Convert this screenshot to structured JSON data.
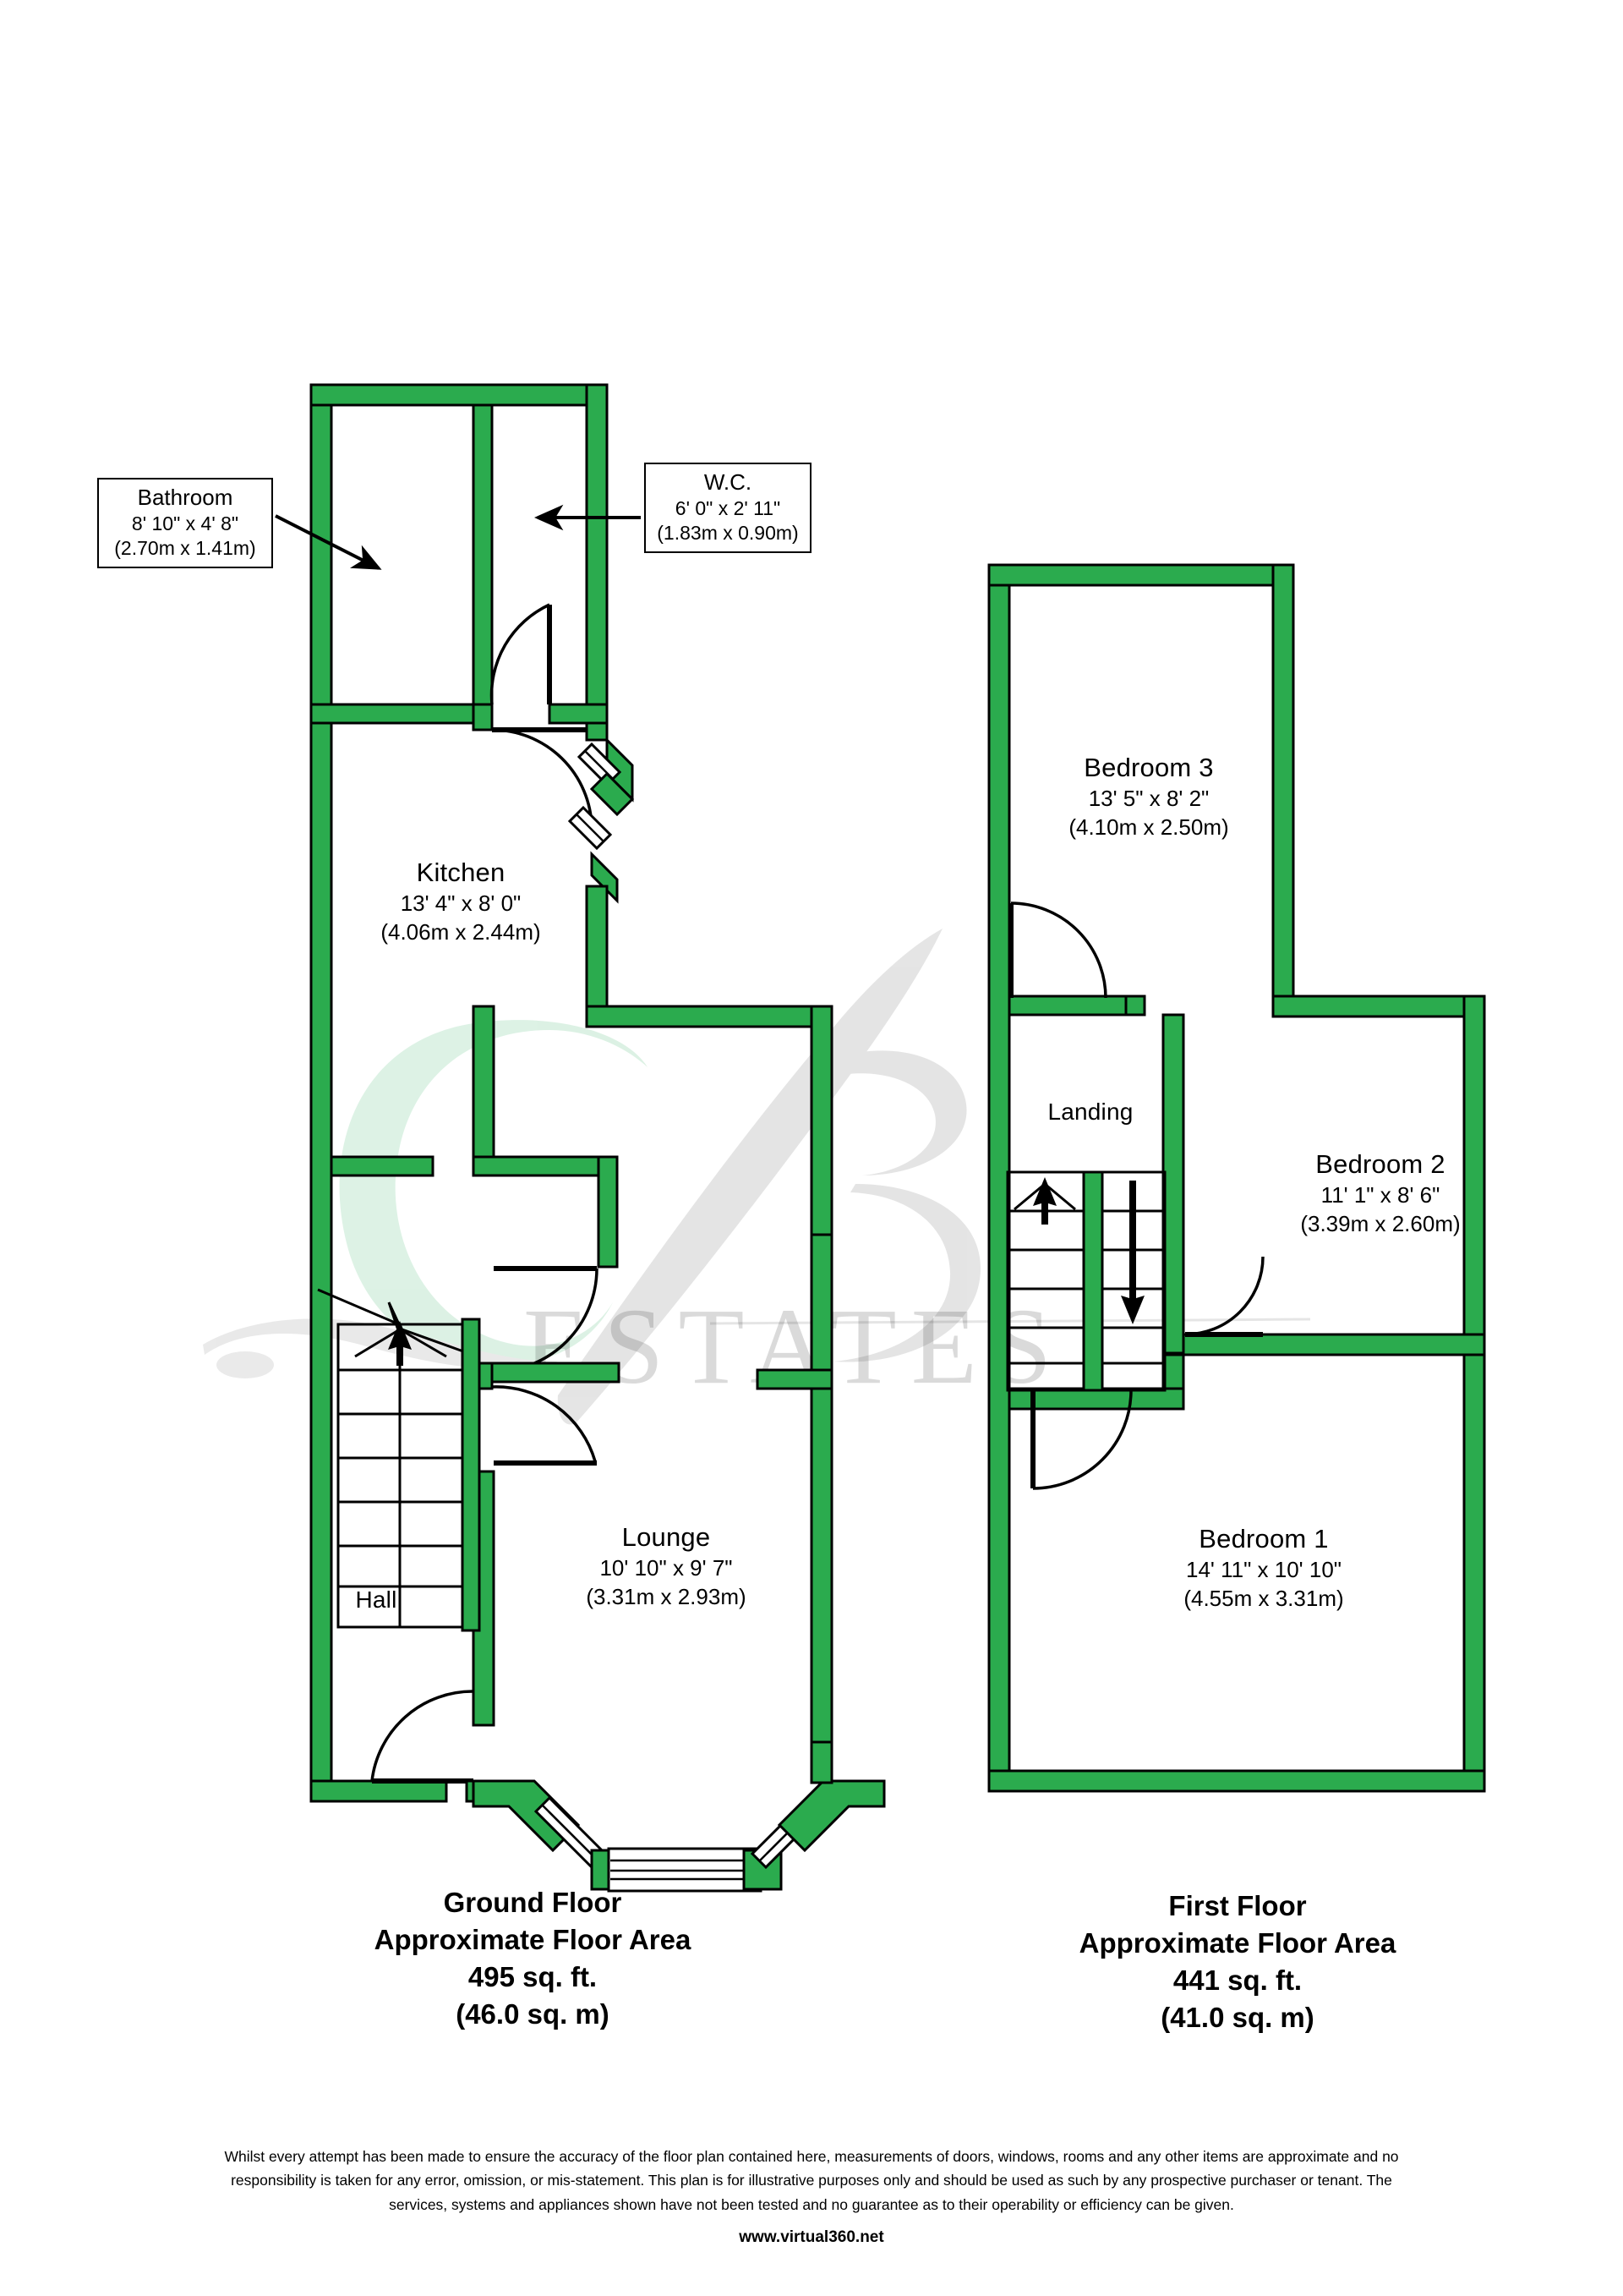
{
  "document": {
    "type": "floor-plan",
    "wall_color": "#2BAB4E",
    "wall_outline_color": "#000000",
    "background": "#FFFFFF"
  },
  "watermark": {
    "monogram": "CB",
    "text": "ESTATES"
  },
  "ground_floor": {
    "caption": {
      "floor_name": "Ground Floor",
      "area_label": "Approximate Floor Area",
      "area_imperial": "495 sq. ft.",
      "area_metric": "(46.0 sq. m)"
    },
    "rooms": [
      {
        "name": "Kitchen",
        "dim_imperial": "13' 4\" x 8' 0\"",
        "dim_metric": "(4.06m x 2.44m)"
      },
      {
        "name": "Hall",
        "dim_imperial": "",
        "dim_metric": ""
      },
      {
        "name": "Lounge",
        "dim_imperial": "10' 10\" x 9' 7\"",
        "dim_metric": "(3.31m x 2.93m)"
      }
    ],
    "callouts": [
      {
        "name": "Bathroom",
        "dim_imperial": "8' 10\" x 4' 8\"",
        "dim_metric": "(2.70m x 1.41m)"
      },
      {
        "name": "W.C.",
        "dim_imperial": "6' 0\" x 2' 11\"",
        "dim_metric": "(1.83m x 0.90m)"
      }
    ]
  },
  "first_floor": {
    "caption": {
      "floor_name": "First Floor",
      "area_label": "Approximate Floor Area",
      "area_imperial": "441 sq. ft.",
      "area_metric": "(41.0 sq. m)"
    },
    "rooms": [
      {
        "name": "Bedroom 3",
        "dim_imperial": "13' 5\" x 8' 2\"",
        "dim_metric": "(4.10m x 2.50m)"
      },
      {
        "name": "Landing",
        "dim_imperial": "",
        "dim_metric": ""
      },
      {
        "name": "Bedroom 2",
        "dim_imperial": "11' 1\" x 8' 6\"",
        "dim_metric": "(3.39m x 2.60m)"
      },
      {
        "name": "Bedroom 1",
        "dim_imperial": "14' 11\" x 10' 10\"",
        "dim_metric": "(4.55m x 3.31m)"
      }
    ]
  },
  "disclaimer": {
    "line1": "Whilst every attempt has been made to ensure the accuracy of the floor plan contained here, measurements of doors, windows, rooms and any other items are approximate and no",
    "line2": "responsibility is taken for any error, omission, or mis-statement. This plan is for illustrative purposes only and should be used as such by any prospective purchaser or tenant. The",
    "line3": "services, systems and appliances shown have not been tested and no guarantee as to their operability or efficiency can be given.",
    "url": "www.virtual360.net"
  }
}
